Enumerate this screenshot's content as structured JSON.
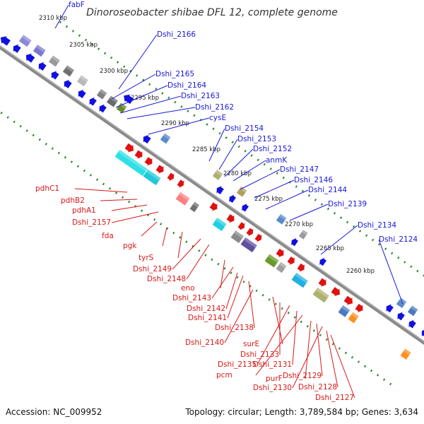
{
  "title": "Dinoroseobacter shibae DFL 12, complete genome",
  "footer": {
    "accession": "Accession: NC_009952",
    "stats": "Topology: circular; Length: 3,789,584 bp; Genes: 3,634"
  },
  "colors": {
    "backbone": "#8a8a8a",
    "forward_cds": "#1010e0",
    "reverse_cds": "#e01010",
    "tick_dots": "#2a8a2a",
    "forward_label": "#1818d8",
    "reverse_label": "#d81818"
  },
  "kbp_ticks": [
    "2310 kbp",
    "2305 kbp",
    "2300 kbp",
    "2295 kbp",
    "2290 kbp",
    "2285 kbp",
    "2280 kbp",
    "2275 kbp",
    "2270 kbp",
    "2265 kbp",
    "2260 kbp"
  ],
  "forward_genes": [
    "fabF",
    "Dshi_2166",
    "Dshi_2165",
    "Dshi_2164",
    "Dshi_2163",
    "Dshi_2162",
    "cysE",
    "Dshi_2154",
    "Dshi_2153",
    "Dshi_2152",
    "anmK",
    "Dshi_2147",
    "Dshi_2146",
    "Dshi_2144",
    "Dshi_2139",
    "Dshi_2134",
    "Dshi_2124"
  ],
  "reverse_genes": [
    "pdhC1",
    "pdhB2",
    "pdhA1",
    "Dshi_2157",
    "fda",
    "pgk",
    "tyrS",
    "Dshi_2149",
    "Dshi_2148",
    "eno",
    "Dshi_2143",
    "Dshi_2142",
    "Dshi_2141",
    "Dshi_2138",
    "Dshi_2140",
    "surE",
    "Dshi_2133",
    "Dshi_2135",
    "Dshi_2131",
    "pcm",
    "purF",
    "Dshi_2129",
    "Dshi_2130",
    "Dshi_2128",
    "Dshi_2127"
  ]
}
